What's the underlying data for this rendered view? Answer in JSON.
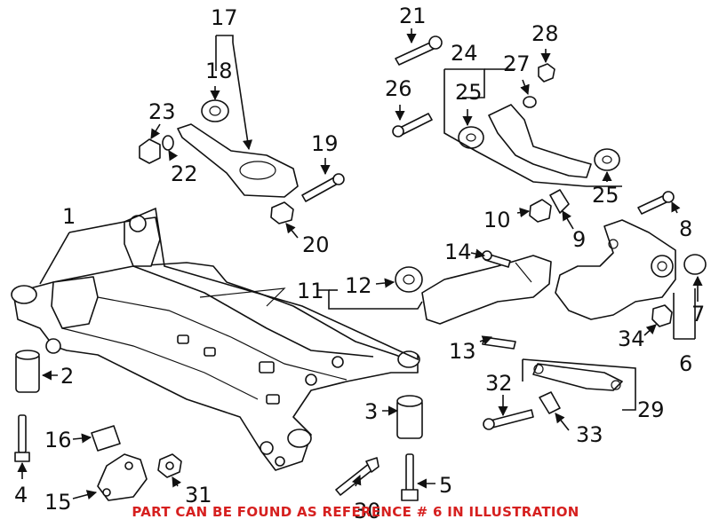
{
  "callouts": {
    "c1": "1",
    "c2": "2",
    "c3": "3",
    "c4": "4",
    "c5": "5",
    "c6": "6",
    "c7": "7",
    "c8": "8",
    "c9": "9",
    "c10": "10",
    "c11": "11",
    "c12": "12",
    "c13": "13",
    "c14": "14",
    "c15": "15",
    "c16": "16",
    "c17": "17",
    "c18": "18",
    "c19": "19",
    "c20": "20",
    "c21": "21",
    "c22": "22",
    "c23": "23",
    "c24": "24",
    "c25a": "25",
    "c25b": "25",
    "c26": "26",
    "c27": "27",
    "c28": "28",
    "c29": "29",
    "c30": "30",
    "c31": "31",
    "c32": "32",
    "c33": "33",
    "c34": "34"
  },
  "footer_note": "PART CAN BE FOUND AS REFERENCE # 6 IN ILLUSTRATION",
  "colors": {
    "line": "#111111",
    "note": "#d6201f",
    "background": "#ffffff"
  }
}
